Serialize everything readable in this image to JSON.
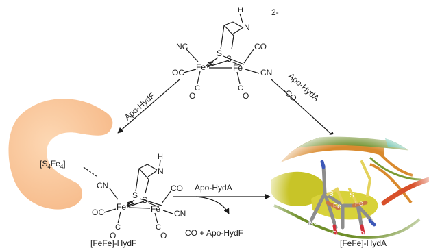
{
  "top_complex": {
    "charge": "2-",
    "atoms": {
      "H": "H",
      "N": "N",
      "S_left": "S",
      "S_right": "S",
      "Fe_left": "Fe",
      "Fe_right": "Fe",
      "CN_upper_left": "NC",
      "CN_right": "CN",
      "OC_left": "OC",
      "CO_upper_right": "CO",
      "CO_bottom_left": "C",
      "O_bottom_left": "O",
      "CO_bottom_right": "C",
      "O_bottom_right": "O"
    }
  },
  "arrows": {
    "left_label": "Apo-HydF",
    "right_label": "Apo-HydA",
    "right_sublabel": "-CO",
    "bottom_label": "Apo-HydA",
    "bottom_byproduct": "CO + Apo-HydF"
  },
  "cluster_label": {
    "main": "[S",
    "sub1": "4",
    "mid": "Fe",
    "sub2": "4",
    "end": "]"
  },
  "bottom_complex": {
    "atoms": {
      "H": "H",
      "N": "N",
      "S_left": "S",
      "S_right": "S",
      "Fe_left": "Fe",
      "Fe_right": "Fe",
      "CN_linker": "CN",
      "OC_left": "OC",
      "CO_upper_right": "CO",
      "CN_right": "CN",
      "CO_bottom_left": "C",
      "O_bottom_left": "O",
      "CO_bottom_right": "C",
      "O_bottom_right": "O"
    },
    "caption": "[FeFe]-HydF"
  },
  "protein_render": {
    "caption": "[FeFe]-HydA",
    "atoms": {
      "S1": "S",
      "S2": "S",
      "Fe1": "Fe",
      "Fe2": "Fe",
      "NC": "NC",
      "N": "N",
      "O1": "O",
      "O2": "O"
    },
    "colors": {
      "helix": "#c8c428",
      "coil": "#6f8f2a",
      "orange_ribbon": "#d98a2e",
      "red_stick": "#d8502a",
      "teal": "#2fa889",
      "iron": "#c97845",
      "sulfur": "#e4d25c",
      "carbon": "#8d8d8d",
      "oxygen": "#d2303a",
      "nitrogen": "#3d58b8"
    }
  },
  "hydf_blob_color": "#fbc99c"
}
